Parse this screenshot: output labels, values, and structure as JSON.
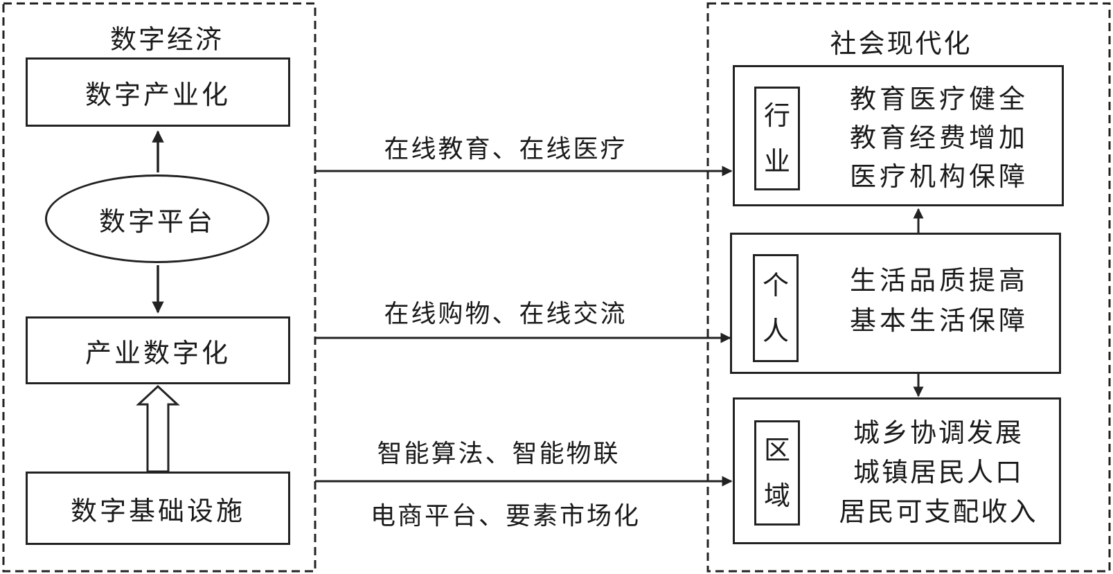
{
  "left_group": {
    "title": "数字经济",
    "top_box": "数字产业化",
    "platform": "数字平台",
    "middle_box": "产业数字化",
    "bottom_box": "数字基础设施"
  },
  "edges": {
    "top": "在线教育、在线医疗",
    "middle": "在线购物、在线交流",
    "bottom_1": "智能算法、智能物联",
    "bottom_2": "电商平台、要素市场化"
  },
  "right_group": {
    "title": "社会现代化",
    "industry": {
      "tag": [
        "行",
        "业"
      ],
      "lines": [
        "教育医疗健全",
        "教育经费增加",
        "医疗机构保障"
      ]
    },
    "individual": {
      "tag": [
        "个",
        "人"
      ],
      "lines": [
        "生活品质提高",
        "基本生活保障"
      ]
    },
    "region": {
      "tag": [
        "区",
        "域"
      ],
      "lines": [
        "城乡协调发展",
        "城镇居民人口",
        "居民可支配收入"
      ]
    }
  }
}
